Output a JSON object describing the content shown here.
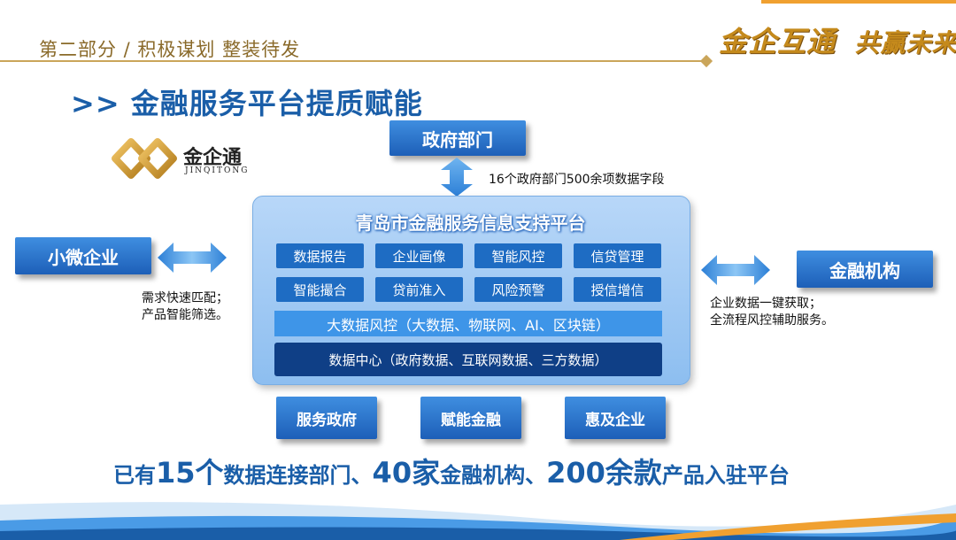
{
  "header": {
    "section_title": "第二部分 / 积极谋划 整装待发",
    "slogan_part1": "金企互通",
    "slogan_part2": "共赢未来"
  },
  "main_title": ">> 金融服务平台提质赋能",
  "logo": {
    "name_cn": "金企通",
    "name_en": "JINQITONG"
  },
  "government": {
    "label": "政府部门",
    "note": "16个政府部门500余项数据字段"
  },
  "sme": {
    "label": "小微企业",
    "note_line1": "需求快速匹配；",
    "note_line2": "产品智能筛选。"
  },
  "financial": {
    "label": "金融机构",
    "note_line1": "企业数据一键获取；",
    "note_line2": "全流程风控辅助服务。"
  },
  "platform": {
    "title": "青岛市金融服务信息支持平台",
    "modules_row1": [
      "数据报告",
      "企业画像",
      "智能风控",
      "信贷管理"
    ],
    "modules_row2": [
      "智能撮合",
      "贷前准入",
      "风险预警",
      "授信增信"
    ],
    "big_data": "大数据风控（大数据、物联网、AI、区块链）",
    "data_center": "数据中心（政府数据、互联网数据、三方数据）"
  },
  "bottom_buttons": [
    "服务政府",
    "赋能金融",
    "惠及企业"
  ],
  "summary": {
    "p1": "已有",
    "n1": "15个",
    "p2": "数据连接部门、",
    "n2": "40家",
    "p3": "金融机构、",
    "n3": "200余款",
    "p4": "产品入驻平台"
  },
  "colors": {
    "primary_blue": "#1a5ea8",
    "gold": "#c58a1c",
    "dark_blue": "#0f3f86"
  }
}
